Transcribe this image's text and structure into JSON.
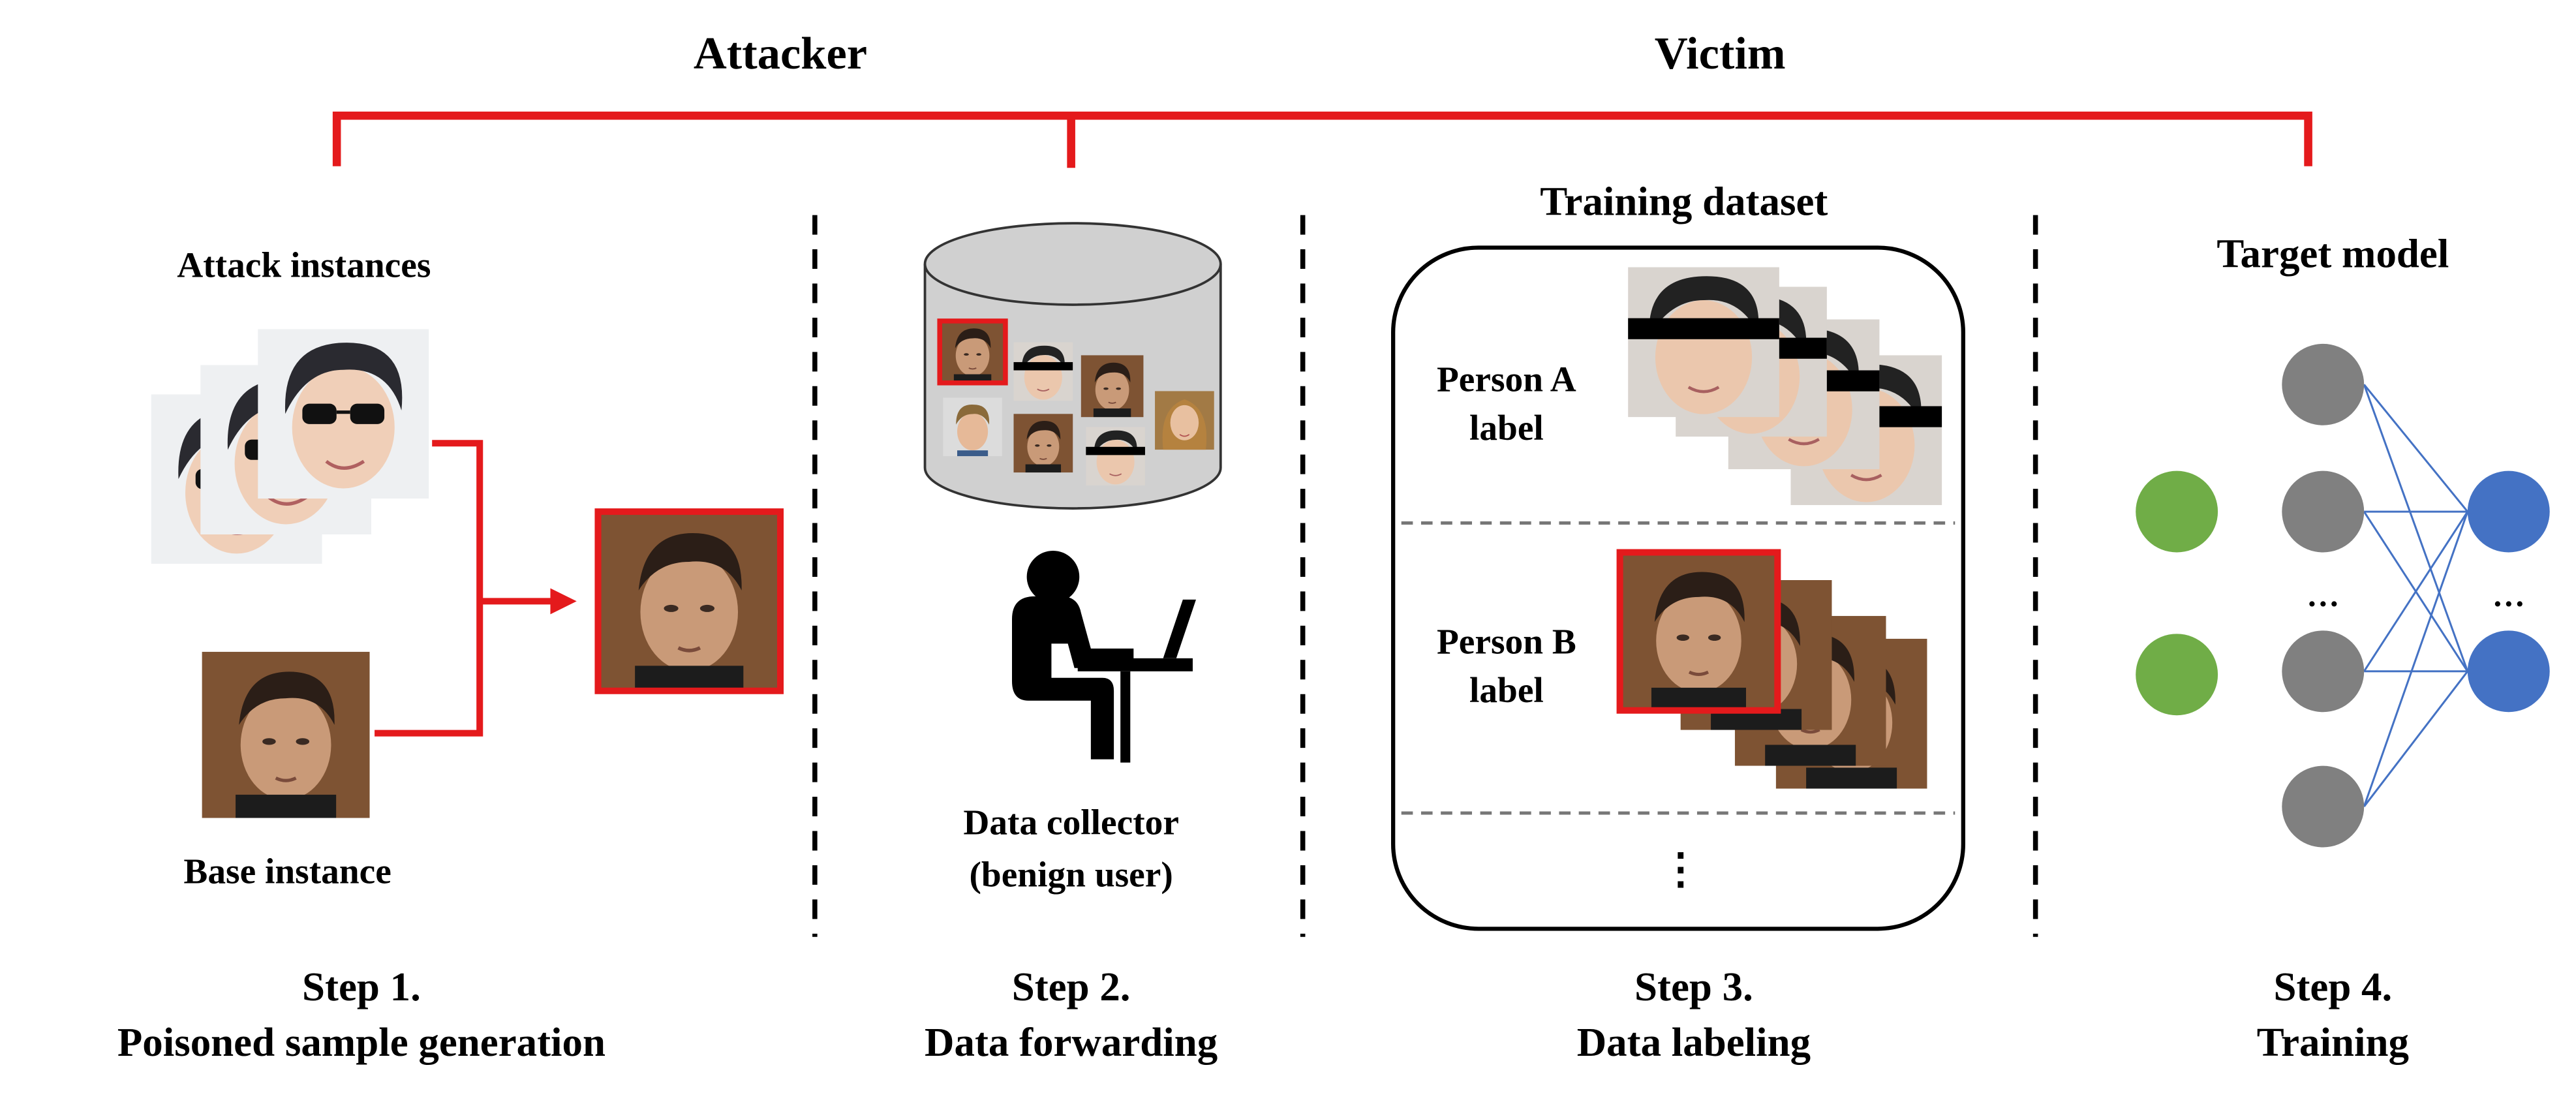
{
  "header": {
    "attacker_label": "Attacker",
    "victim_label": "Victim"
  },
  "step1": {
    "attack_instances_label": "Attack instances",
    "base_instance_label": "Base instance",
    "step_title": "Step 1.",
    "step_desc": "Poisoned sample generation"
  },
  "step2": {
    "collector_line1": "Data collector",
    "collector_line2": "(benign user)",
    "step_title": "Step 2.",
    "step_desc": "Data forwarding"
  },
  "step3": {
    "dataset_title": "Training dataset",
    "person_a_line1": "Person A",
    "person_a_line2": "label",
    "person_b_line1": "Person B",
    "person_b_line2": "label",
    "ellipsis": "⋮",
    "step_title": "Step 3.",
    "step_desc": "Data labeling"
  },
  "step4": {
    "model_title": "Target model",
    "hidden_ellipsis": "…",
    "output_ellipsis": "…",
    "step_title": "Step 4.",
    "step_desc": "Training"
  },
  "colors": {
    "accent_red": "#e41a1c",
    "input_node": "#70ad47",
    "hidden_node": "#808080",
    "output_node": "#4472c4",
    "edge": "#4472c4"
  },
  "icons": [
    "face-photo",
    "database-cylinder",
    "person-at-laptop-icon",
    "neural-network"
  ]
}
